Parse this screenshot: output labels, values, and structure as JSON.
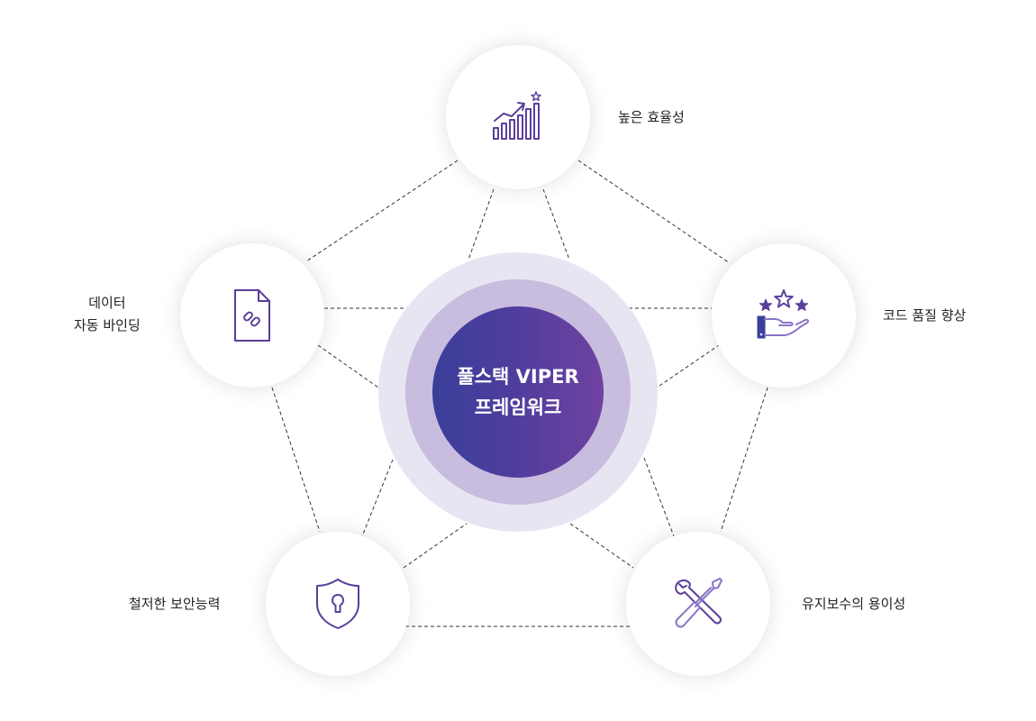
{
  "center": {
    "line1": "풀스택 VIPER",
    "line2": "프레임워크"
  },
  "nodes": {
    "top": {
      "label": "높은 효율성",
      "icon": "growth-chart-icon"
    },
    "right": {
      "label": "코드 품질 향상",
      "icon": "hand-stars-icon"
    },
    "bottom_right": {
      "label": "유지보수의 용이성",
      "icon": "wrench-screwdriver-icon"
    },
    "bottom_left": {
      "label": "철저한 보안능력",
      "icon": "shield-keyhole-icon"
    },
    "left": {
      "line1": "데이터",
      "line2": "자동 바인딩",
      "icon": "linked-document-icon"
    }
  },
  "colors": {
    "accent": "#5b3e9b",
    "icon_light": "#8b74c4",
    "halo_outer": "#e8e5f3",
    "halo_mid": "#c8bcdf",
    "core_start": "#3b3f9a",
    "core_end": "#7042a0",
    "connector": "#333333"
  }
}
